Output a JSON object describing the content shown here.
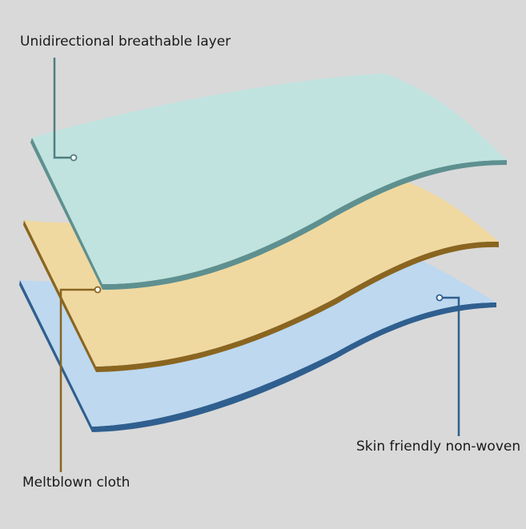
{
  "labels": {
    "top_layer": "Unidirectional breathable layer",
    "middle_layer": "Meltblown cloth",
    "bottom_layer": "Skin friendly non-woven"
  },
  "colors": {
    "background": "#d9d9d9",
    "top_layer_fill": "#c0e3df",
    "top_layer_edge": "#5e9090",
    "middle_layer_fill": "#f0d9a0",
    "middle_layer_edge": "#8a6520",
    "bottom_layer_fill": "#bdd8ef",
    "bottom_layer_edge": "#2f5f8f"
  }
}
